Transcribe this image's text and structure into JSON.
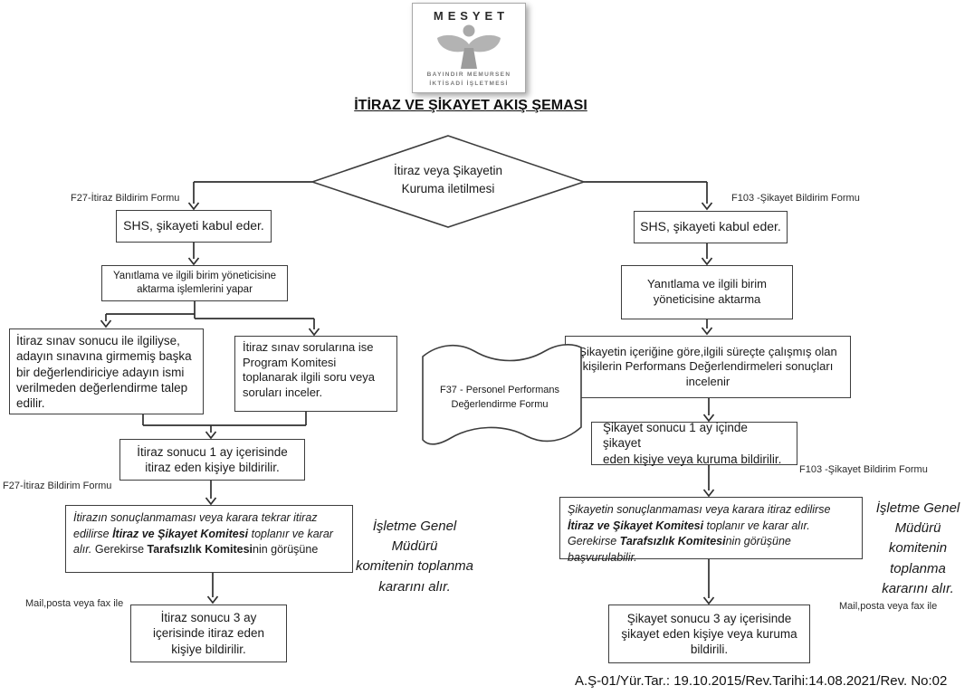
{
  "colors": {
    "line": "#2f2f2f",
    "logo_gray": "#a9a9a9"
  },
  "logo": {
    "brand": "MESYET",
    "subtitle1": "BAYINDIR MEMURSEN",
    "subtitle2": "İKTİSADİ İŞLETMESİ"
  },
  "title": "İTİRAZ VE ŞİKAYET AKIŞ ŞEMASI",
  "decision": {
    "line1": "İtiraz veya Şikayetin",
    "line2": "Kuruma iletilmesi"
  },
  "left": {
    "form_label_top": "F27-İtiraz Bildirim Formu",
    "accept": "SHS, şikayeti kabul eder.",
    "route_line1": "Yanıtlama ve ilgili birim yöneticisine",
    "route_line2": "aktarma işlemlerini yapar",
    "exam_result_lines": [
      "İtiraz sınav sonucu ile ilgiliyse,",
      "adayın sınavına girmemiş başka",
      "bir değerlendiriciye adayın ismi",
      "verilmeden değerlendirme talep",
      "edilir."
    ],
    "exam_questions_lines": [
      "İtiraz sınav sorularına ise",
      "Program Komitesi",
      "toplanarak ilgili soru veya",
      "soruları inceler."
    ],
    "result_1month_line1": "İtiraz sonucu 1 ay içerisinde",
    "result_1month_line2": "itiraz eden kişiye bildirilir.",
    "form_label_mid": "F27-İtiraz Bildirim Formu",
    "committee": {
      "p1": "İtirazın sonuçlanmaması  veya karara tekrar itiraz edilirse ",
      "p2": "İtiraz ve Şikayet Komitesi",
      "p3": " toplanır ve karar alır. ",
      "p4": "Gerekirse ",
      "p5": "Tarafsızlık Komitesi",
      "p6": "nin görüşüne"
    },
    "manager_lines": [
      "İşletme Genel",
      "Müdürü",
      "komitenin toplanma",
      "kararını alır."
    ],
    "mail_label": "Mail,posta veya fax ile",
    "result_3month_lines": [
      "İtiraz sonucu 3 ay",
      "içerisinde itiraz eden",
      "kişiye bildirilir."
    ]
  },
  "right": {
    "form_label_top": "F103 -Şikayet Bildirim Formu",
    "accept": "SHS, şikayeti kabul eder.",
    "route_line1": "Yanıtlama ve ilgili birim",
    "route_line2": "yöneticisine aktarma",
    "review_lines": [
      "Şikayetin içeriğine göre,ilgili süreçte çalışmış olan",
      "kişilerin Performans Değerlendirmeleri sonuçları",
      "incelenir"
    ],
    "result_1month_line1": "Şikayet sonucu 1 ay içinde şikayet",
    "result_1month_line2": "eden kişiye veya kuruma bildirilir.",
    "form_label_mid": "F103 -Şikayet Bildirim Formu",
    "committee": {
      "p1": "Şikayetin sonuçlanmaması veya karara itiraz edilirse ",
      "p2": "İtiraz ve Şikayet Komitesi",
      "p3": " toplanır ve karar alır. Gerekirse ",
      "p4": "Tarafsızlık Komitesi",
      "p5": "nin görüşüne başvurulabilir."
    },
    "manager_lines": [
      "İşletme Genel",
      "Müdürü",
      "komitenin",
      "toplanma",
      "kararını alır."
    ],
    "mail_label": "Mail,posta veya fax ile",
    "result_3month_lines": [
      "Şikayet sonucu 3 ay içerisinde",
      "şikayet eden kişiye veya kuruma",
      "bildirili."
    ]
  },
  "document_shape": {
    "line1": "F37 - Personel Performans",
    "line2": "Değerlendirme Formu"
  },
  "footer": "A.Ş-01/Yür.Tar.: 19.10.2015/Rev.Tarihi:14.08.2021/Rev. No:02"
}
